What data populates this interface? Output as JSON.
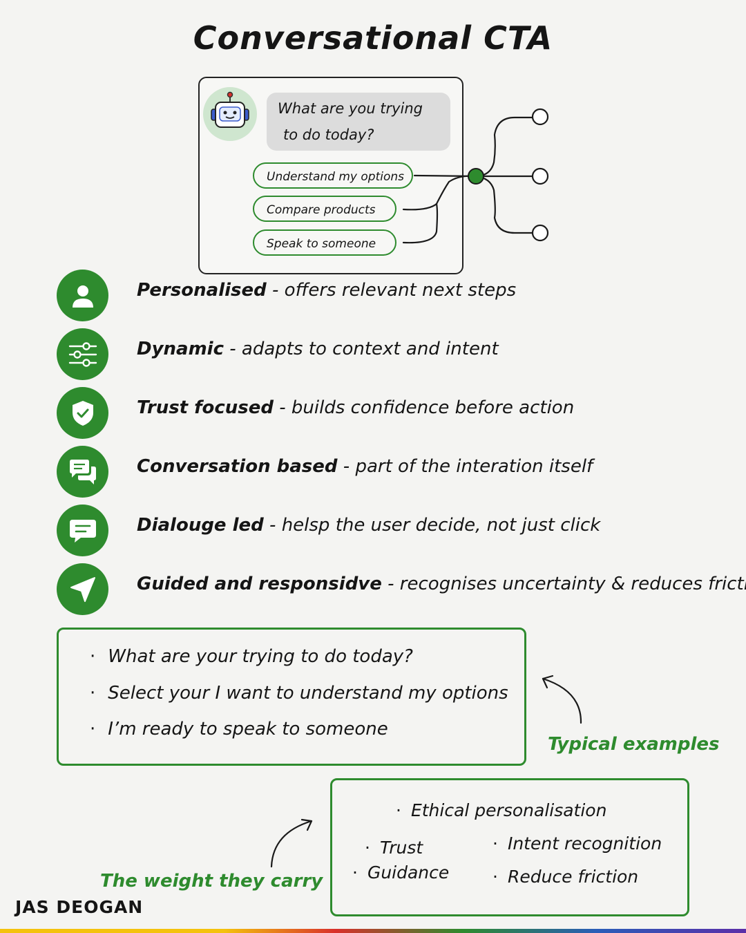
{
  "title": "Conversational CTA",
  "chat": {
    "prompt_line1": "What are you trying",
    "prompt_line2": "to do today?",
    "options": [
      "Understand my options",
      "Compare products",
      "Speak to someone"
    ]
  },
  "features": [
    {
      "term": "Personalised",
      "desc": " - offers relevant next steps",
      "icon": "user-icon"
    },
    {
      "term": "Dynamic",
      "desc": " - adapts to context and intent",
      "icon": "sliders-icon"
    },
    {
      "term": "Trust focused",
      "desc": " - builds confidence before action",
      "icon": "shield-check-icon"
    },
    {
      "term": "Conversation based",
      "desc": " - part of the interation itself",
      "icon": "chat-bubbles-icon"
    },
    {
      "term": "Dialouge led",
      "desc": " - helsp the user decide, not just click",
      "icon": "message-icon"
    },
    {
      "term": "Guided and responsidve",
      "desc": " - recognises uncertainty & reduces friction",
      "icon": "navigation-arrow-icon"
    }
  ],
  "examples": {
    "label": "Typical examples",
    "items": [
      "What are your trying to do today?",
      "Select your I want to understand my options",
      "I’m ready to speak to someone"
    ]
  },
  "weight": {
    "label": "The weight they carry",
    "items": [
      "Ethical personalisation",
      "Trust",
      "Intent recognition",
      "Guidance",
      "Reduce friction"
    ]
  },
  "brand": "JAS DEOGAN",
  "colors": {
    "accent_green": "#2e8b2e",
    "bubble_gray": "#dcdcdc"
  }
}
